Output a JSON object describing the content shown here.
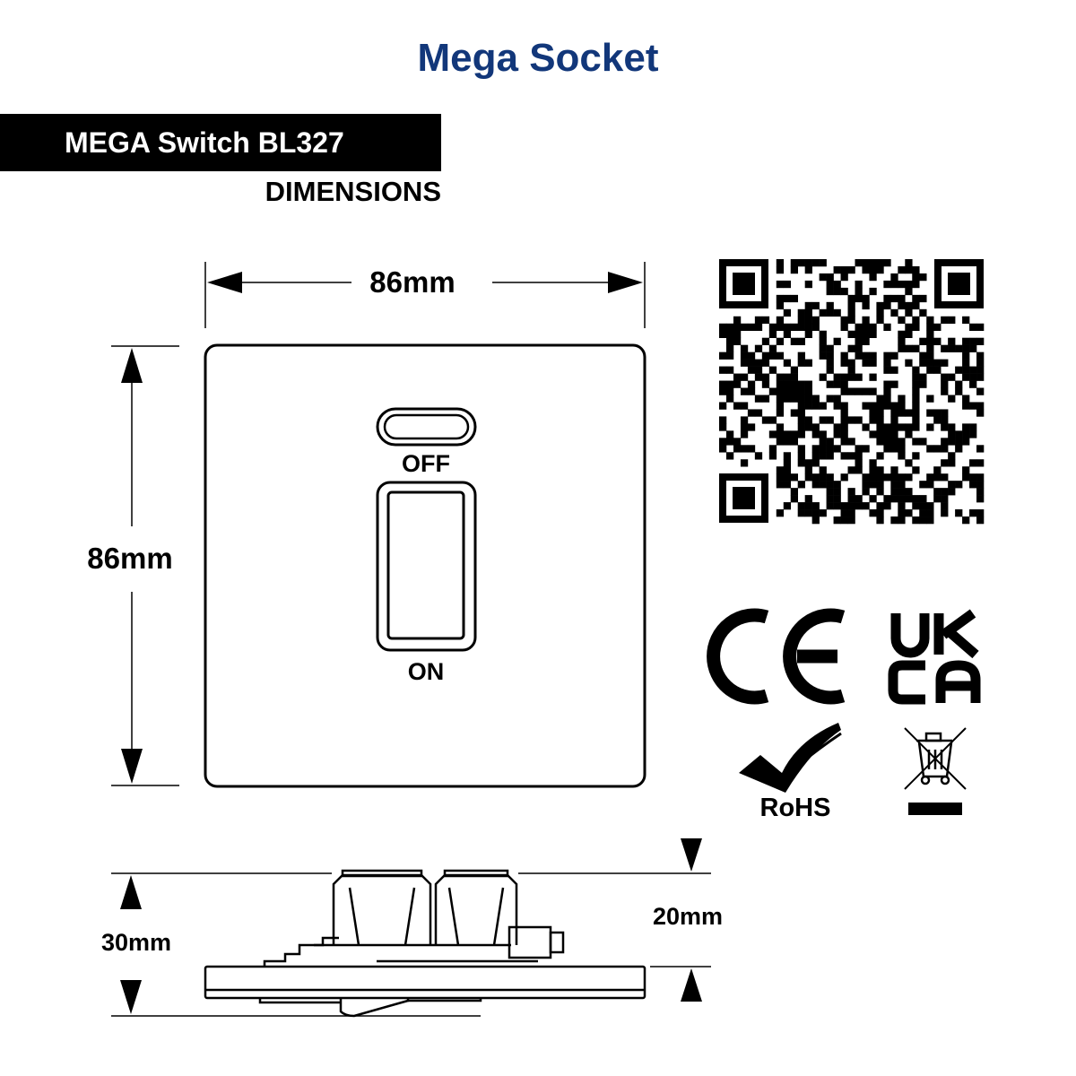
{
  "brand": {
    "name": "Mega Socket",
    "color": "#12377a"
  },
  "product": {
    "name": "MEGA Switch BL327"
  },
  "section": {
    "title": "DIMENSIONS"
  },
  "front_view": {
    "width_label": "86mm",
    "height_label": "86mm",
    "indicator_label": "OFF",
    "rocker_label": "ON"
  },
  "side_view": {
    "depth_label": "30mm",
    "projection_label": "20mm"
  },
  "certifications": [
    {
      "icon": "ce-mark-icon"
    },
    {
      "icon": "ukca-mark-icon"
    },
    {
      "icon": "rohs-checkmark-icon",
      "label": "RoHS"
    },
    {
      "icon": "weee-crossed-bin-icon"
    }
  ],
  "qr_code": {
    "icon": "qr-code-icon"
  }
}
